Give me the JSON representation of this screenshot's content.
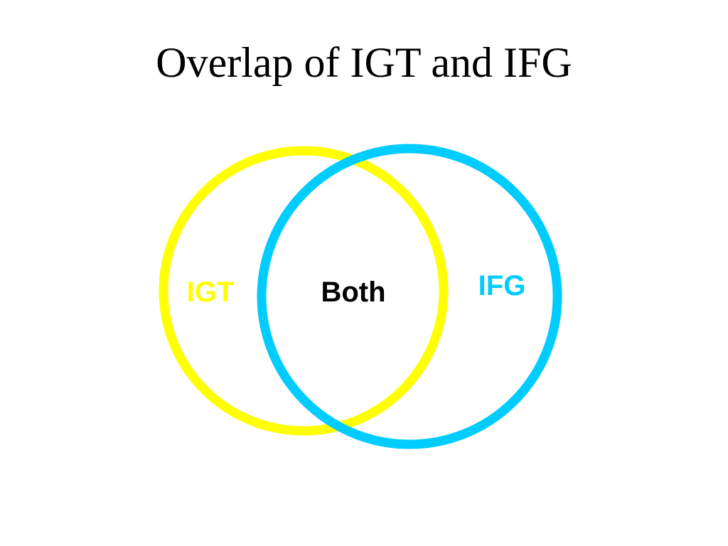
{
  "slide": {
    "title": "Overlap of IGT and IFG"
  },
  "venn": {
    "sets": [
      {
        "key": "igt",
        "label": "IGT",
        "color": "#ffff00"
      },
      {
        "key": "ifg",
        "label": "IFG",
        "color": "#00ccff"
      }
    ],
    "intersection": {
      "label": "Both",
      "color": "#000000"
    }
  }
}
